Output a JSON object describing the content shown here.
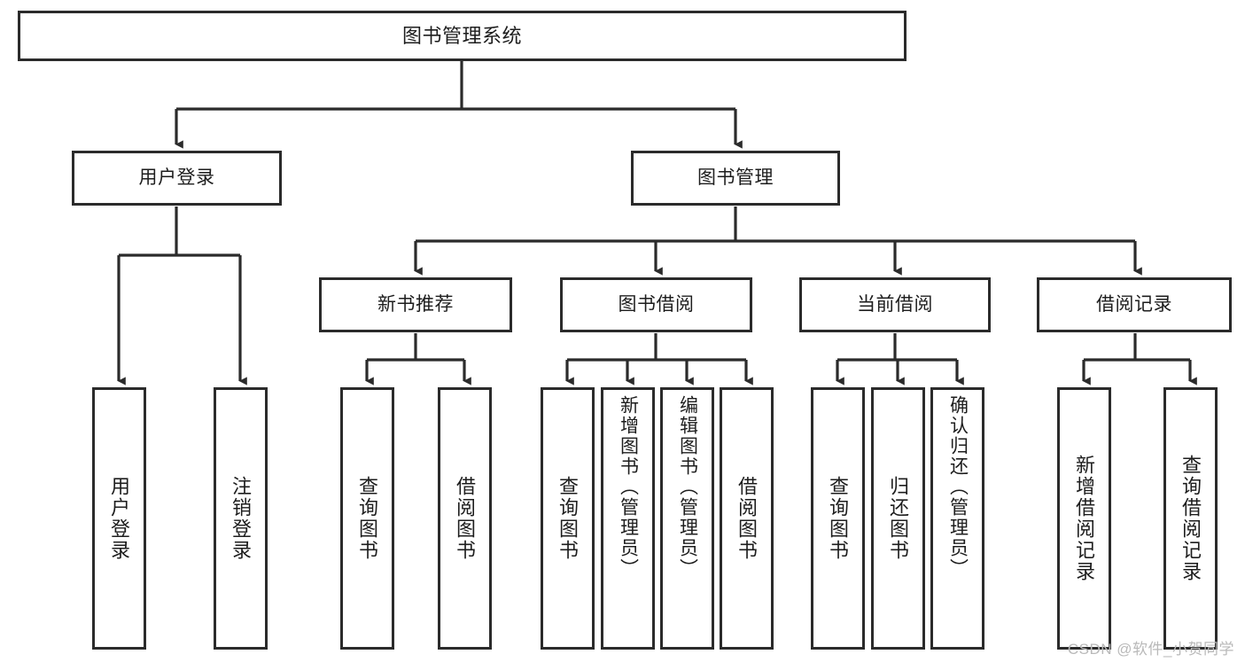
{
  "diagram": {
    "title": "图书管理系统",
    "type": "hierarchy-tree",
    "root": {
      "label": "图书管理系统"
    },
    "level1": [
      {
        "id": "user-login",
        "label": "用户登录"
      },
      {
        "id": "book-management",
        "label": "图书管理"
      }
    ],
    "level2": [
      {
        "id": "new-book-recommend",
        "label": "新书推荐",
        "parent": "book-management"
      },
      {
        "id": "book-borrow",
        "label": "图书借阅",
        "parent": "book-management"
      },
      {
        "id": "current-borrow",
        "label": "当前借阅",
        "parent": "book-management"
      },
      {
        "id": "borrow-record",
        "label": "借阅记录",
        "parent": "book-management"
      }
    ],
    "leaves": {
      "user_login": [
        {
          "id": "leaf-user-login",
          "label": "用户登录"
        },
        {
          "id": "leaf-logout",
          "label": "注销登录"
        }
      ],
      "new_book_recommend": [
        {
          "id": "leaf-query-book-1",
          "label": "查询图书"
        },
        {
          "id": "leaf-borrow-book-1",
          "label": "借阅图书"
        }
      ],
      "book_borrow": [
        {
          "id": "leaf-query-book-2",
          "label": "查询图书"
        },
        {
          "id": "leaf-add-book",
          "label": "新增图书（管理员）"
        },
        {
          "id": "leaf-edit-book",
          "label": "编辑图书（管理员）"
        },
        {
          "id": "leaf-borrow-book-2",
          "label": "借阅图书"
        }
      ],
      "current_borrow": [
        {
          "id": "leaf-query-book-3",
          "label": "查询图书"
        },
        {
          "id": "leaf-return-book",
          "label": "归还图书"
        },
        {
          "id": "leaf-confirm-return",
          "label": "确认归还（管理员）"
        }
      ],
      "borrow_record": [
        {
          "id": "leaf-add-record",
          "label": "新增借阅记录"
        },
        {
          "id": "leaf-query-record",
          "label": "查询借阅记录"
        }
      ]
    },
    "watermark": "CSDN @软件_小贺同学",
    "colors": {
      "stroke": "#2b2b2b",
      "background": "#ffffff",
      "text": "#1d1d1d",
      "watermark": "#b9b9b9"
    }
  }
}
